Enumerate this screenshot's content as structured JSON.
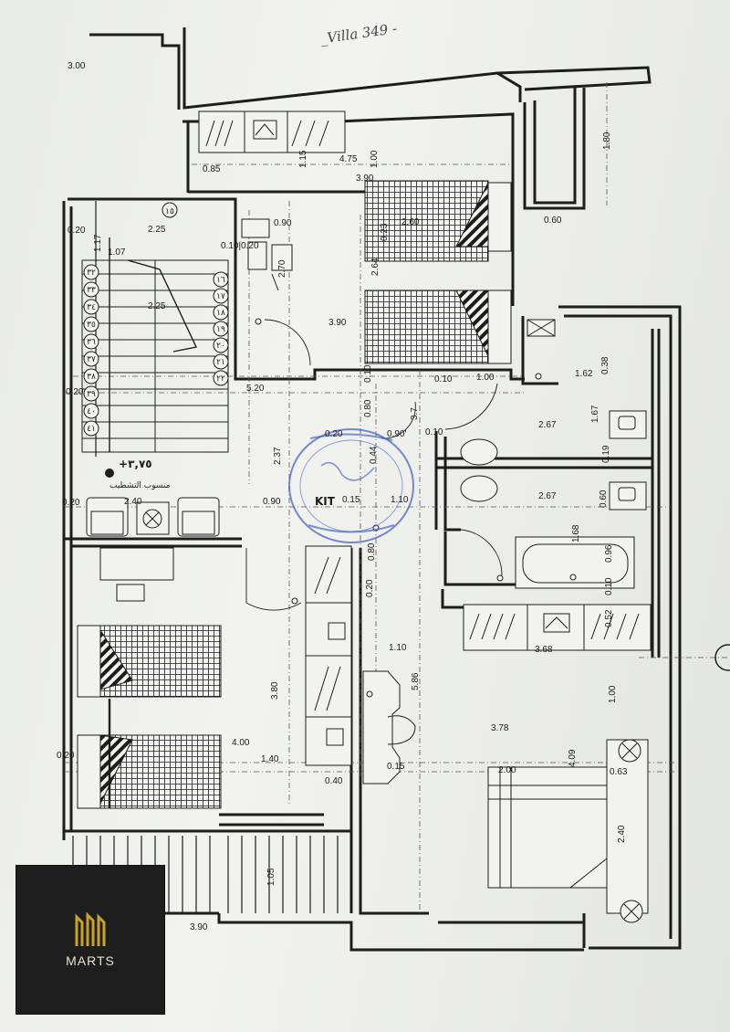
{
  "handwritten_note": "_Villa 349 -",
  "dimensions": {
    "d_3_00": "3.00",
    "d_0_20_a": "0.20",
    "d_0_20_b": "0.20",
    "d_0_20_c": "0.20",
    "d_0_20_d": "0.20",
    "d_0_20_e": "0.20",
    "d_0_23": "0.23",
    "d_1_80": "1.80",
    "d_4_75": "4.75",
    "d_1_00_a": "1.00",
    "d_1_15": "1.15",
    "d_0_85": "0.85",
    "d_3_90_a": "3.90",
    "d_3_90_b": "3.90",
    "d_3_90_c": "3.90",
    "d_0_60": "0.60",
    "d_2_25_a": "2.25",
    "d_2_25_b": "2.25",
    "d_1_17": "1.17",
    "d_1_07": "1.07",
    "d_0_90_a": "0.90",
    "d_0_90_b": "0.90",
    "d_0_90_c": "0.90'",
    "d_0_10_20": "0.10|0.20",
    "d_2_64": "2.64",
    "d_2_70": "2.70",
    "d_2_60": "2.60",
    "d_5_20": "5.20",
    "d_0_10_a": "0.10",
    "d_0_10_b": "0.10",
    "d_0_10_c": "0.10",
    "d_0_10_d": "0.10",
    "d_0_80_a": "0.80",
    "d_0_80_b": "0.80",
    "d_3_7": "3.7",
    "d_1_62": "1.62",
    "d_0_38": "0.38",
    "d_1_67": "1.67",
    "d_2_67_a": "2.67",
    "d_2_67_b": "2.67",
    "d_2_37": "2.37",
    "d_0_44": "0.44",
    "d_2_40_a": "2.40",
    "d_2_40_b": "2.40",
    "d_1_10_a": "1.10",
    "d_1_10_b": "1.10",
    "d_0_19": "0.19",
    "d_0_60_b": "0.60",
    "d_1_68": "1.68",
    "d_0_96": "0.96",
    "d_0_52": "0.52",
    "d_3_68": "3.68",
    "d_3_80": "3.80",
    "d_5_86": "5.86",
    "d_3_78": "3.78",
    "d_1_00_b": "1.00",
    "d_1_00_c": "1.00",
    "d_4_00": "4.00",
    "d_1_40": "1.40",
    "d_0_40": "0.40",
    "d_0_15": "0.15",
    "d_2_00": "2.00",
    "d_4_09": "4.09",
    "d_0_63": "0.63",
    "d_1_05": "1.05"
  },
  "labels": {
    "kit": "KIT",
    "level": "+٣,٧٥",
    "level_note": "منسوب التشطيب",
    "stair_start": "١٥"
  },
  "stair_steps": [
    "١٦",
    "١٧",
    "١٨",
    "١٩",
    "٢٠",
    "٢١",
    "٢٢"
  ],
  "stair_steps_left": [
    "٣٢",
    "٣٣",
    "٣٤",
    "٣٥",
    "٣٦",
    "٣٧",
    "٣٨",
    "٣٩",
    "٤٠",
    "٤١"
  ],
  "logo": {
    "brand": "MARTS"
  },
  "colors": {
    "paper": "#eef0eb",
    "ink": "#1d1d1d",
    "stamp": "#4a66c4",
    "logo_bg": "#1e1e1e",
    "logo_gold": "#c9a227"
  }
}
